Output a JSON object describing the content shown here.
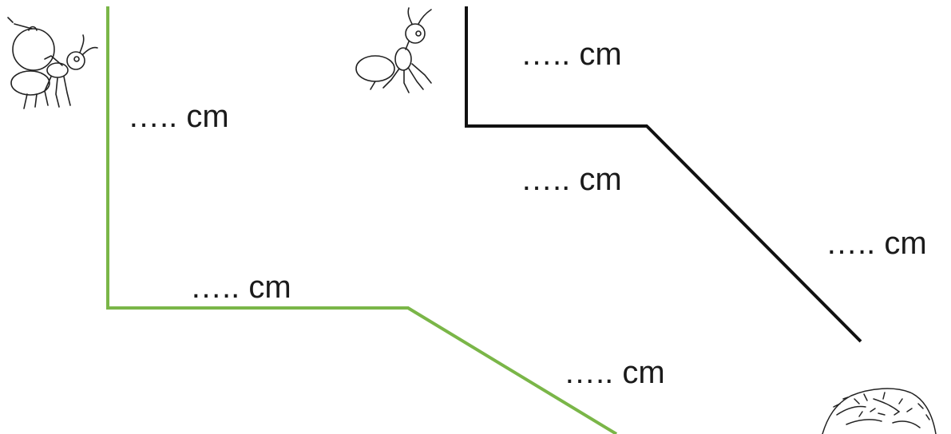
{
  "labels": {
    "green_vertical": "….. cm",
    "green_horizontal": "….. cm",
    "green_diagonal": "….. cm",
    "black_vertical": "….. cm",
    "black_horizontal": "….. cm",
    "black_diagonal": "….. cm"
  },
  "colors": {
    "green_path": "#7ab648",
    "black_path": "#111111",
    "sketch": "#222222"
  },
  "icons": {
    "ant_with_apple": "ant-with-apple-icon",
    "ant_small": "ant-icon",
    "anthill": "anthill-icon"
  }
}
